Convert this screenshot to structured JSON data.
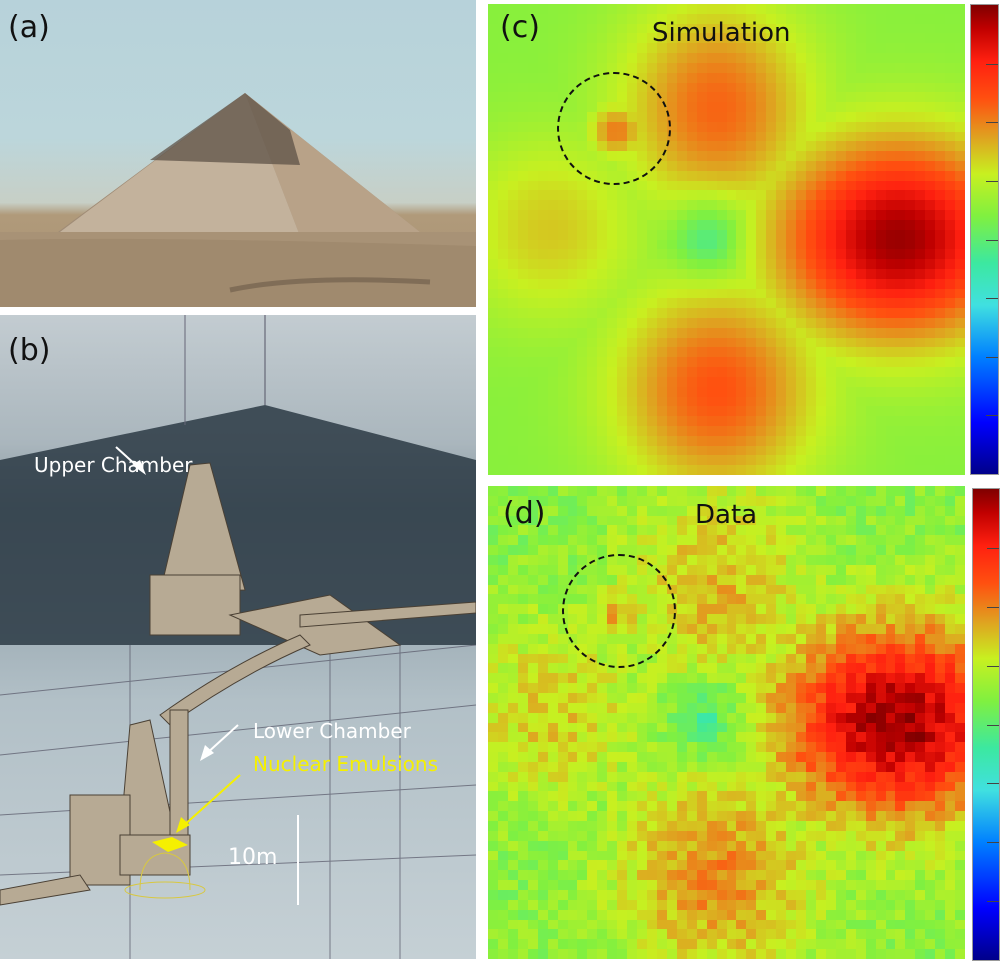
{
  "figure": {
    "panels": {
      "a": {
        "label": "(a)",
        "description": "Photograph of the Bent Pyramid in desert"
      },
      "b": {
        "label": "(b)",
        "annotations": {
          "upper_chamber": "Upper Chamber",
          "lower_chamber": "Lower Chamber",
          "nuclear_emulsions": "Nuclear Emulsions",
          "scale_bar": "10m"
        },
        "colors": {
          "emulsion": "#f5f000",
          "annotation": "#ffffff"
        }
      },
      "c": {
        "label": "(c)",
        "title": "Simulation"
      },
      "d": {
        "label": "(d)",
        "title": "Data"
      }
    },
    "colorbar": {
      "stops": [
        "#00008a",
        "#0000ff",
        "#0080ff",
        "#40e0e0",
        "#80f040",
        "#c8f020",
        "#e0a020",
        "#ff5010",
        "#c00000",
        "#800000"
      ],
      "ticks": 8
    }
  },
  "chart_data": [
    {
      "type": "heatmap",
      "title": "Simulation",
      "label": "(c)",
      "grid": [
        48,
        48
      ],
      "description": "Muon flux map: green minimum near center, red lobes top, left (orange), bottom, strong dark-red lobe right; dashed circle highlights anomaly upper-left",
      "lobes": [
        {
          "x": 0.48,
          "y": 0.22,
          "strength": 0.78,
          "sx": 0.14,
          "sy": 0.16
        },
        {
          "x": 0.13,
          "y": 0.48,
          "strength": 0.68,
          "sx": 0.14,
          "sy": 0.14
        },
        {
          "x": 0.48,
          "y": 0.82,
          "strength": 0.8,
          "sx": 0.15,
          "sy": 0.16
        },
        {
          "x": 0.86,
          "y": 0.5,
          "strength": 0.98,
          "sx": 0.18,
          "sy": 0.15
        },
        {
          "x": 0.27,
          "y": 0.27,
          "strength": 0.2,
          "sx": 0.04,
          "sy": 0.04
        }
      ],
      "circle": {
        "cx": 0.26,
        "cy": 0.26,
        "r": 0.115
      },
      "noise": 0
    },
    {
      "type": "heatmap",
      "title": "Data",
      "label": "(d)",
      "grid": [
        48,
        48
      ],
      "description": "Observed muon data map, noisy version of simulation with same lobe structure",
      "lobes": [
        {
          "x": 0.48,
          "y": 0.22,
          "strength": 0.7,
          "sx": 0.14,
          "sy": 0.16
        },
        {
          "x": 0.13,
          "y": 0.48,
          "strength": 0.68,
          "sx": 0.14,
          "sy": 0.14
        },
        {
          "x": 0.48,
          "y": 0.82,
          "strength": 0.74,
          "sx": 0.15,
          "sy": 0.16
        },
        {
          "x": 0.86,
          "y": 0.5,
          "strength": 0.98,
          "sx": 0.18,
          "sy": 0.15
        },
        {
          "x": 0.27,
          "y": 0.27,
          "strength": 0.15,
          "sx": 0.04,
          "sy": 0.04
        }
      ],
      "circle": {
        "cx": 0.27,
        "cy": 0.26,
        "r": 0.115
      },
      "noise": 0.09
    }
  ]
}
